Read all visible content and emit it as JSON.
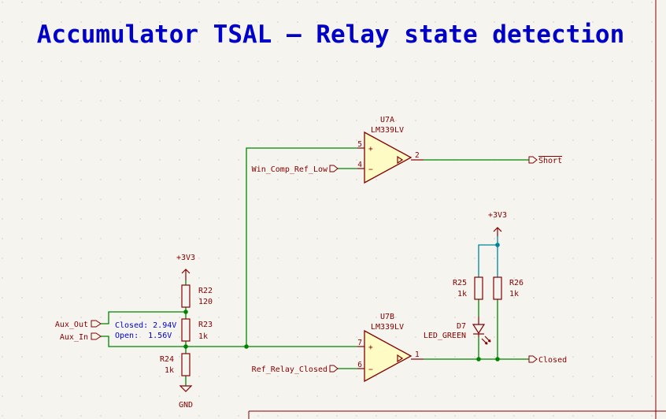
{
  "title": "Accumulator TSAL — Relay state detection",
  "colors": {
    "wire": "#008400",
    "component": "#840000",
    "body_fill": "#fffbc4",
    "note": "#0000c8",
    "background": "#f5f4ef",
    "power_wire": "#00849b"
  },
  "u7a": {
    "ref": "U7A",
    "value": "LM339LV",
    "pin_plus": "5",
    "pin_minus": "4",
    "pin_out": "2",
    "plus_sign": "+",
    "minus_sign": "−"
  },
  "u7b": {
    "ref": "U7B",
    "value": "LM339LV",
    "pin_plus": "7",
    "pin_minus": "6",
    "pin_out": "1",
    "plus_sign": "+",
    "minus_sign": "−"
  },
  "r22": {
    "ref": "R22",
    "value": "120"
  },
  "r23": {
    "ref": "R23",
    "value": "1k"
  },
  "r24": {
    "ref": "R24",
    "value": "1k"
  },
  "r25": {
    "ref": "R25",
    "value": "1k"
  },
  "r26": {
    "ref": "R26",
    "value": "1k"
  },
  "d7": {
    "ref": "D7",
    "value": "LED_GREEN"
  },
  "power": {
    "left_3v3": "+3V3",
    "right_3v3": "+3V3",
    "gnd": "GND"
  },
  "labels": {
    "aux_out": "Aux_Out",
    "aux_in": "Aux_In",
    "win_comp_ref_low": "Win_Comp_Ref_Low",
    "ref_relay_closed": "Ref_Relay_Closed",
    "short": "Short",
    "closed": "Closed"
  },
  "note": {
    "line1": "Closed: 2.94V",
    "line2": "Open:  1.56V"
  }
}
